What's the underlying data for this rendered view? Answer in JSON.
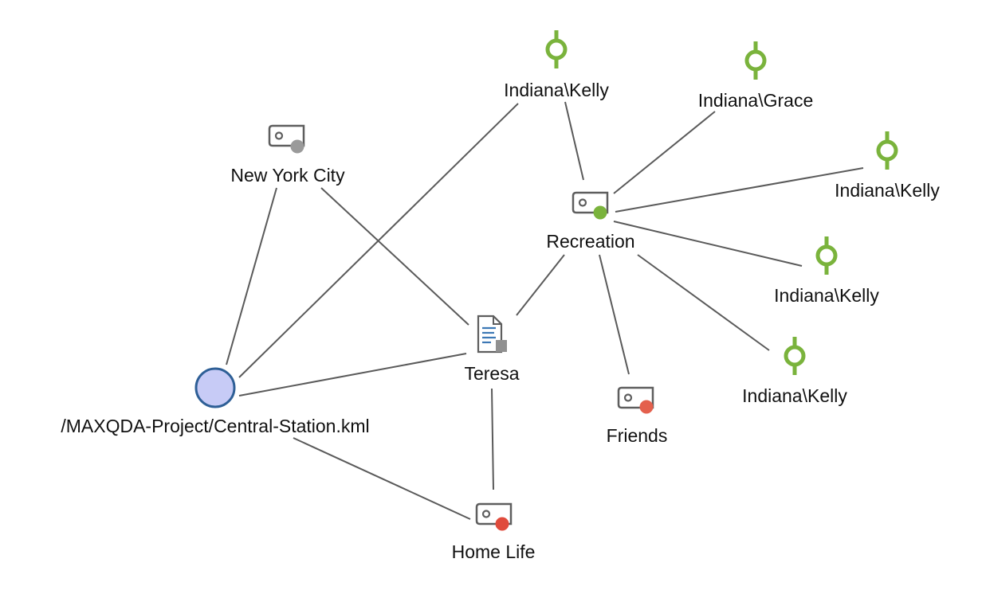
{
  "colors": {
    "edge": "#5a5a5a",
    "code_icon": "#5e5e5e",
    "memo_green": "#7ab33c",
    "doc_fill": "#c7cbf6",
    "doc_stroke": "#2e5f96",
    "doc_icon_lines": "#3c78b5"
  },
  "nodes": {
    "kml": {
      "label": "/MAXQDA-Project/Central-Station.kml",
      "icon": "circle-document"
    },
    "nyc": {
      "label": "New York City",
      "icon": "code-tag",
      "dot_color": "#9a9a9a"
    },
    "teresa": {
      "label": "Teresa",
      "icon": "text-document"
    },
    "recreation": {
      "label": "Recreation",
      "icon": "code-tag",
      "dot_color": "#7ab33c"
    },
    "friends": {
      "label": "Friends",
      "icon": "code-tag",
      "dot_color": "#e4604d"
    },
    "homelife": {
      "label": "Home Life",
      "icon": "code-tag",
      "dot_color": "#e04b3c"
    },
    "seg_top": {
      "label": "Indiana\\Kelly",
      "icon": "segment-pin"
    },
    "seg_grace": {
      "label": "Indiana\\Grace",
      "icon": "segment-pin"
    },
    "seg_r1": {
      "label": "Indiana\\Kelly",
      "icon": "segment-pin"
    },
    "seg_r2": {
      "label": "Indiana\\Kelly",
      "icon": "segment-pin"
    },
    "seg_r3": {
      "label": "Indiana\\Kelly",
      "icon": "segment-pin"
    }
  },
  "edges": [
    [
      "kml",
      "nyc"
    ],
    [
      "kml",
      "seg_top"
    ],
    [
      "kml",
      "teresa"
    ],
    [
      "kml",
      "homelife"
    ],
    [
      "nyc",
      "teresa"
    ],
    [
      "teresa",
      "recreation"
    ],
    [
      "teresa",
      "homelife"
    ],
    [
      "recreation",
      "seg_top"
    ],
    [
      "recreation",
      "seg_grace"
    ],
    [
      "recreation",
      "seg_r1"
    ],
    [
      "recreation",
      "seg_r2"
    ],
    [
      "recreation",
      "seg_r3"
    ],
    [
      "recreation",
      "friends"
    ]
  ]
}
